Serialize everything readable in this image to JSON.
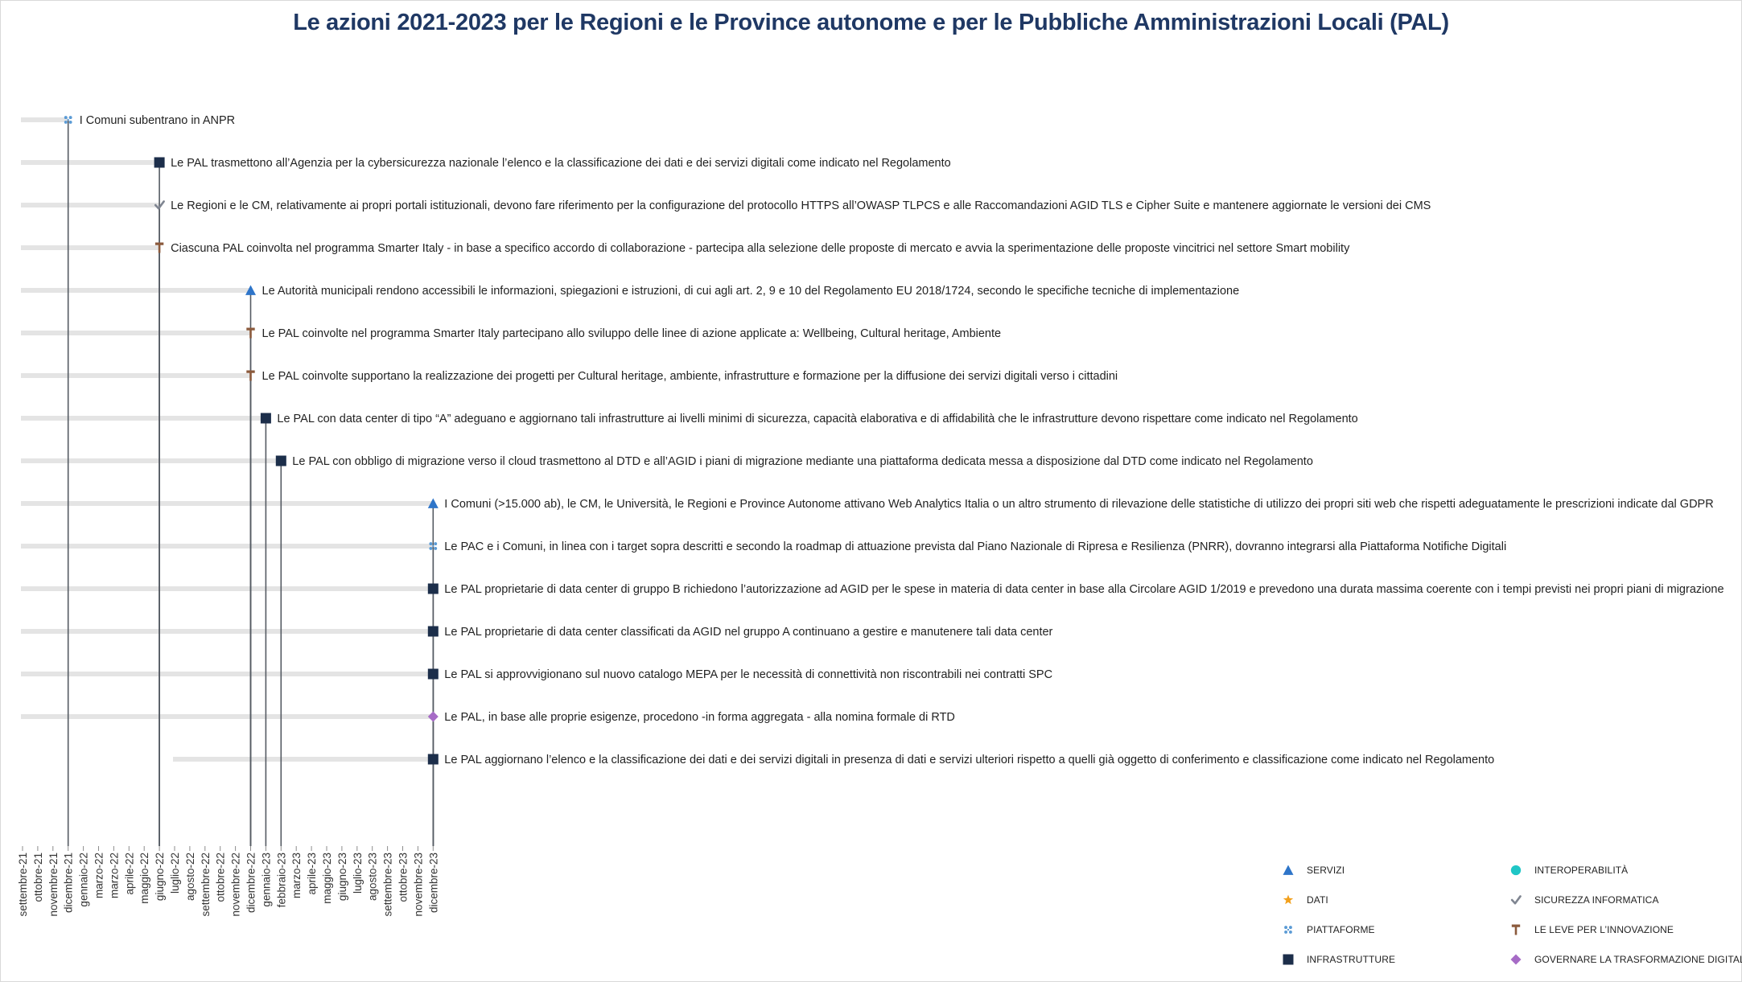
{
  "chart_data": {
    "type": "timeline",
    "title": "Le azioni 2021-2023 per le Regioni e le Province autonome e per le Pubbliche Amministrazioni Locali (PAL)",
    "x_ticks": [
      "settembre-21",
      "ottobre-21",
      "novembre-21",
      "dicembre-21",
      "gennaio-22",
      "marzo-22",
      "marzo-22",
      "aprile-22",
      "maggio-22",
      "giugno-22",
      "luglio-22",
      "agosto-22",
      "settembre-22",
      "ottobre-22",
      "novembre-22",
      "dicembre-22",
      "gennaio-23",
      "febbraio-23",
      "marzo-23",
      "aprile-23",
      "maggio-23",
      "giugno-23",
      "luglio-23",
      "agosto-23",
      "settembre-23",
      "ottobre-23",
      "novembre-23",
      "dicembre-23"
    ],
    "events": [
      {
        "start_tick": 0,
        "end_tick": 3,
        "category": "piattaforme",
        "label": "I Comuni subentrano in ANPR"
      },
      {
        "start_tick": 0,
        "end_tick": 9,
        "category": "infrastrutture",
        "label": "Le PAL trasmettono all’Agenzia per la cybersicurezza nazionale l’elenco e la classificazione dei dati e dei servizi digitali come indicato nel Regolamento"
      },
      {
        "start_tick": 0,
        "end_tick": 9,
        "category": "sicurezza",
        "label": "Le Regioni e le CM, relativamente ai propri portali istituzionali, devono fare riferimento per la configurazione del protocollo HTTPS all’OWASP TLPCS  e alle Raccomandazioni AGID TLS e Cipher Suite e mantenere aggiornate le versioni dei CMS"
      },
      {
        "start_tick": 0,
        "end_tick": 9,
        "category": "leve",
        "label": "Ciascuna PAL coinvolta nel programma Smarter Italy - in base a specifico accordo di collaborazione - partecipa alla selezione delle proposte di mercato e avvia la sperimentazione delle proposte vincitrici nel settore Smart mobility"
      },
      {
        "start_tick": 0,
        "end_tick": 15,
        "category": "servizi",
        "label": "Le Autorità municipali rendono accessibili le informazioni, spiegazioni e istruzioni, di cui agli art. 2, 9 e 10 del Regolamento EU 2018/1724, secondo le specifiche tecniche di implementazione"
      },
      {
        "start_tick": 0,
        "end_tick": 15,
        "category": "leve",
        "label": "Le PAL coinvolte nel programma Smarter Italy partecipano allo sviluppo delle linee di azione applicate a: Wellbeing, Cultural heritage, Ambiente"
      },
      {
        "start_tick": 0,
        "end_tick": 15,
        "category": "leve",
        "label": "Le PAL coinvolte supportano la realizzazione dei progetti per Cultural heritage, ambiente, infrastrutture e formazione per la diffusione dei servizi digitali verso i cittadini"
      },
      {
        "start_tick": 0,
        "end_tick": 16,
        "category": "infrastrutture",
        "label": "Le PAL con data center di tipo “A” adeguano e aggiornano  tali infrastrutture ai livelli minimi di sicurezza, capacità elaborativa e di affidabilità  che le infrastrutture devono rispettare come indicato nel Regolamento"
      },
      {
        "start_tick": 0,
        "end_tick": 17,
        "category": "infrastrutture",
        "label": "Le PAL con obbligo di migrazione verso il cloud trasmettono al DTD e all’AGID i piani di migrazione mediante una piattaforma dedicata messa a disposizione dal DTD come indicato nel Regolamento"
      },
      {
        "start_tick": 0,
        "end_tick": 27,
        "category": "servizi",
        "label": "I Comuni (>15.000 ab), le CM, le Università, le Regioni e Province Autonome attivano Web Analytics Italia o un altro strumento di rilevazione delle statistiche di utilizzo dei propri siti web che rispetti adeguatamente le prescrizioni indicate dal GDPR"
      },
      {
        "start_tick": 0,
        "end_tick": 27,
        "category": "piattaforme",
        "label": "Le PAC e i Comuni, in linea con i target sopra descritti e secondo la roadmap di attuazione prevista dal Piano Nazionale di Ripresa e Resilienza (PNRR), dovranno integrarsi alla Piattaforma Notifiche Digitali"
      },
      {
        "start_tick": 0,
        "end_tick": 27,
        "category": "infrastrutture",
        "label": "Le PAL proprietarie di data center di gruppo B richiedono l’autorizzazione ad AGID per le spese in materia di data center in base alla Circolare AGID 1/2019 e prevedono una durata massima coerente con i tempi previsti nei propri piani di migrazione"
      },
      {
        "start_tick": 0,
        "end_tick": 27,
        "category": "infrastrutture",
        "label": "Le PAL proprietarie di data center classificati da AGID nel gruppo A continuano a gestire e manutenere tali data center"
      },
      {
        "start_tick": 0,
        "end_tick": 27,
        "category": "infrastrutture",
        "label": "Le PAL si approvvigionano sul nuovo catalogo MEPA per le necessità di connettività non riscontrabili nei contratti SPC"
      },
      {
        "start_tick": 0,
        "end_tick": 27,
        "category": "governare",
        "label": "Le PAL, in base alle proprie esigenze, procedono -in forma aggregata - alla nomina formale di RTD"
      },
      {
        "start_tick": 10,
        "end_tick": 27,
        "category": "infrastrutture",
        "label": "Le PAL aggiornano l’elenco e la classificazione dei dati e dei servizi digitali in presenza di dati e servizi ulteriori rispetto a quelli già oggetto di conferimento e classificazione come indicato nel Regolamento"
      }
    ],
    "legend": [
      {
        "category": "servizi",
        "label": "SERVIZI",
        "icon": "triangle-icon",
        "color": "#2e75c9"
      },
      {
        "category": "interoperabilita",
        "label": "INTEROPERABILITÀ",
        "icon": "circle-icon",
        "color": "#1fc6c6"
      },
      {
        "category": "dati",
        "label": "DATI",
        "icon": "star-icon",
        "color": "#f2a01c"
      },
      {
        "category": "sicurezza",
        "label": "SICUREZZA INFORMATICA",
        "icon": "check-icon",
        "color": "#7f8591"
      },
      {
        "category": "piattaforme",
        "label": "PIATTAFORME",
        "icon": "puzzle-icon",
        "color": "#5b9bd5"
      },
      {
        "category": "leve",
        "label": "LE LEVE PER L’INNOVAZIONE",
        "icon": "hammer-icon",
        "color": "#8b5a3c"
      },
      {
        "category": "infrastrutture",
        "label": "INFRASTRUTTURE",
        "icon": "square-icon",
        "color": "#1c2e4a"
      },
      {
        "category": "governare",
        "label": "GOVERNARE LA TRASFORMAZIONE DIGITALE",
        "icon": "diamond-icon",
        "color": "#a66bc6"
      }
    ],
    "colors": {
      "bar": "#e4e4e4",
      "stem": "#555b63",
      "title": "#1f3864"
    }
  }
}
